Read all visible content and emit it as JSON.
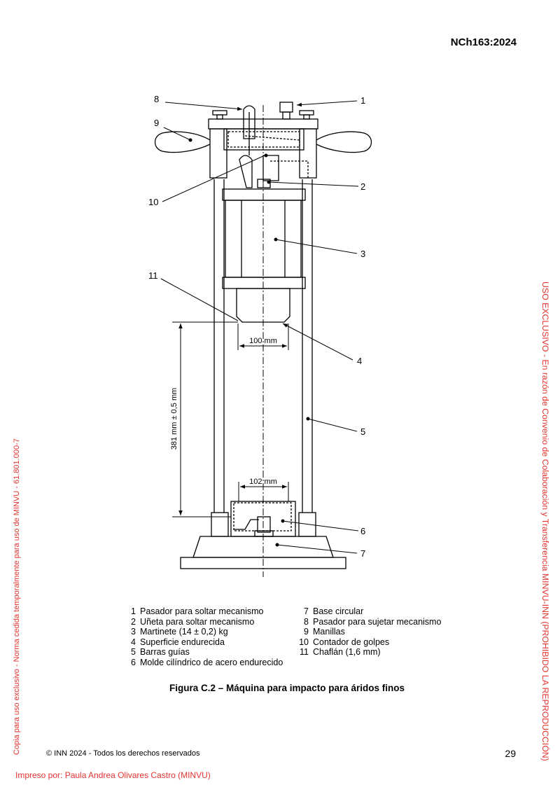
{
  "header": {
    "standard_code": "NCh163:2024"
  },
  "figure": {
    "callouts": [
      "1",
      "2",
      "3",
      "4",
      "5",
      "6",
      "7",
      "8",
      "9",
      "10",
      "11"
    ],
    "dimensions": {
      "top_width": "100 mm",
      "bottom_width": "102 mm",
      "drop_height": "381 mm ± 0,5 mm"
    }
  },
  "legend": [
    {
      "num": "1",
      "text": "Pasador para soltar mecanismo"
    },
    {
      "num": "2",
      "text": "Uñeta para soltar mecanismo"
    },
    {
      "num": "3",
      "text": "Martinete (14 ± 0,2) kg"
    },
    {
      "num": "4",
      "text": "Superficie endurecida"
    },
    {
      "num": "5",
      "text": "Barras guías"
    },
    {
      "num": "6",
      "text": "Molde cilíndrico de acero endurecido"
    },
    {
      "num": "7",
      "text": "Base circular"
    },
    {
      "num": "8",
      "text": "Pasador para sujetar mecanismo"
    },
    {
      "num": "9",
      "text": "Manillas"
    },
    {
      "num": "10",
      "text": "Contador de golpes"
    },
    {
      "num": "11",
      "text": "Chaflán (1,6 mm)"
    }
  ],
  "caption": "Figura C.2 – Máquina para impacto para áridos finos",
  "footer": {
    "copyright": "© INN 2024 - Todos los derechos reservados",
    "page_number": "29",
    "printed_by": "Impreso por: Paula Andrea Olivares Castro (MINVU)"
  },
  "watermarks": {
    "left": "Copia para uso exclusivo - Norma cedida temporalmente para uso de MINVU - 61.801.000-7",
    "right": "USO EXCLUSIVO - En razón de Convenio de Colaboración y Transferencia MINVU-INN (PROHIBIDO LA REPRODUCCIÓN)"
  },
  "colors": {
    "watermark": "#e3342f",
    "ink": "#000000"
  }
}
